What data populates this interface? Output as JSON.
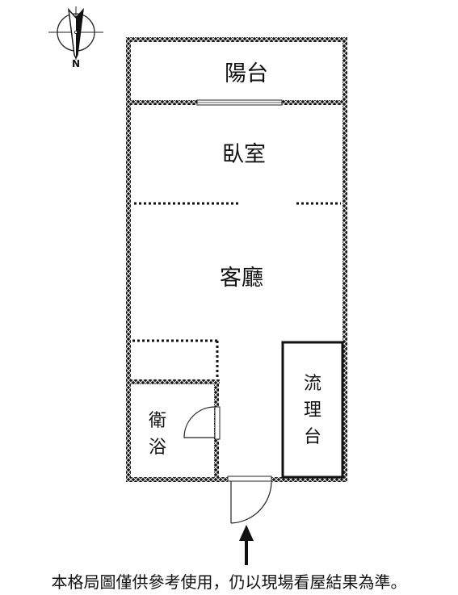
{
  "compass": {
    "north_label": "N"
  },
  "rooms": {
    "balcony": "陽台",
    "bedroom": "臥室",
    "living_room": "客廳",
    "kitchen_counter": [
      "流",
      "理",
      "台"
    ],
    "bathroom": [
      "衛",
      "浴"
    ]
  },
  "disclaimer": "本格局圖僅供參考使用，仍以現場看屋結果為準。",
  "colors": {
    "wall": "#1a1a1a",
    "wall_hatch": "#ffffff",
    "line": "#111111"
  }
}
